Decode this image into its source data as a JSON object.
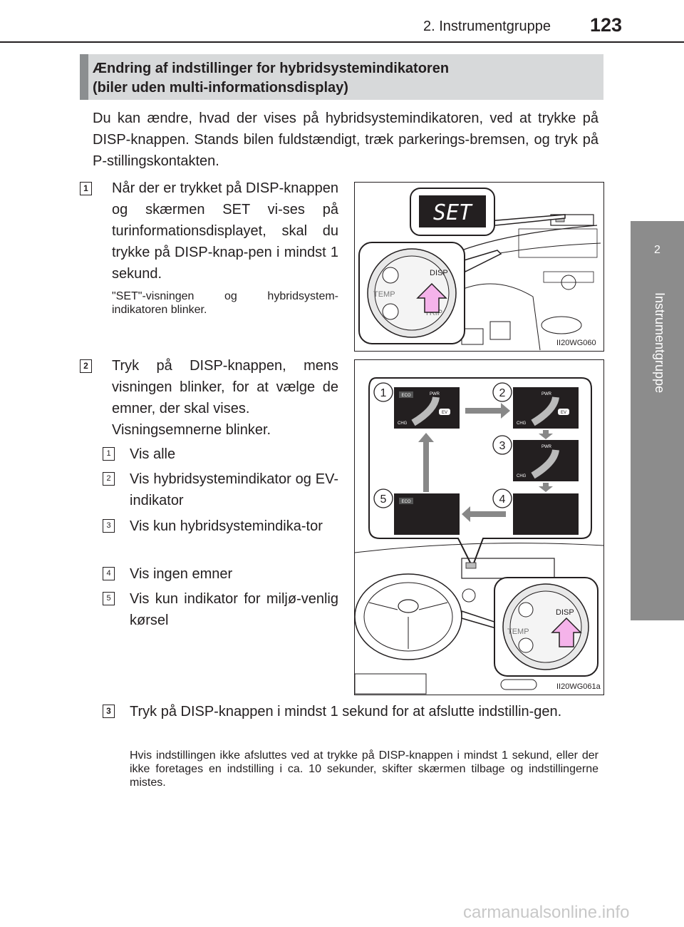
{
  "header": {
    "section": "2. Instrumentgruppe",
    "page_number": "123"
  },
  "side_tab": {
    "number": "2",
    "label": "Instrumentgruppe"
  },
  "section_title": {
    "line1": "Ændring af indstillinger for hybridsystemindikatoren",
    "line2": "(biler uden multi-informationsdisplay)"
  },
  "intro": "Du kan ændre, hvad der vises på hybridsystemindikatoren, ved at trykke på DISP-knappen. Stands bilen fuldstændigt, træk parkerings-bremsen, og tryk på P-stillingskontakten.",
  "steps": [
    {
      "num": "1",
      "text": "Når der er trykket på DISP-knappen og skærmen SET vi-ses på turinformationsdisplayet, skal du trykke på DISP-knap-pen i mindst 1 sekund.",
      "note": "\"SET\"-visningen og hybridsystem-indikatoren blinker."
    },
    {
      "num": "2",
      "text": "Tryk på DISP-knappen, mens visningen blinker, for at vælge de emner, der skal vises.",
      "text2": "Visningsemnerne blinker."
    },
    {
      "num": "3",
      "text": "Tryk på DISP-knappen i mindst 1 sekund for at afslutte indstillin-gen.",
      "note": "Hvis indstillingen ikke afsluttes ved at trykke på DISP-knappen i mindst 1 sekund, eller der ikke foretages en indstilling i ca. 10 sekunder, skifter skærmen tilbage og indstillingerne mistes."
    }
  ],
  "options": [
    {
      "num": "1",
      "label": "Vis alle"
    },
    {
      "num": "2",
      "label": "Vis hybridsystemindikator og EV-indikator"
    },
    {
      "num": "3",
      "label": "Vis kun hybridsystemindika-tor"
    },
    {
      "num": "4",
      "label": "Vis ingen emner"
    },
    {
      "num": "5",
      "label": "Vis kun indikator for miljø-venlig kørsel"
    }
  ],
  "figure1": {
    "display_text": "SET",
    "button_labels": {
      "disp": "DISP",
      "temp": "TEMP",
      "trip": "TRIP"
    },
    "code": "II20WG060"
  },
  "figure2": {
    "code": "II20WG061a",
    "panel_labels": {
      "eco": "ECO",
      "pwr": "PWR",
      "ev": "EV",
      "chg": "CHG"
    },
    "panel_nums": [
      "1",
      "2",
      "3",
      "4",
      "5"
    ],
    "button_labels": {
      "disp": "DISP",
      "temp": "TEMP"
    }
  },
  "footer": {
    "watermark": "carmanualsonline.info"
  }
}
